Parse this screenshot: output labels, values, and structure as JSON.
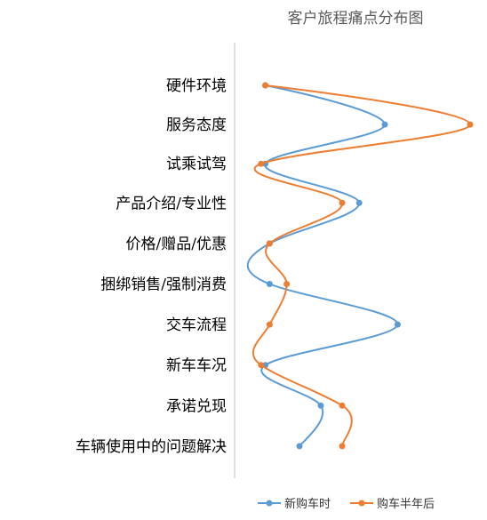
{
  "chart_data": {
    "type": "line",
    "title": "客户旅程痛点分布图",
    "orientation": "horizontal-values-vertical-categories",
    "categories": [
      "硬件环境",
      "服务态度",
      "试乘试驾",
      "产品介绍/专业性",
      "价格/赠品/优惠",
      "捆绑销售/强制消费",
      "交车流程",
      "新车车况",
      "承诺兑现",
      "车辆使用中的问题解决"
    ],
    "series": [
      {
        "name": "新购车时",
        "color": "#5B9BD5",
        "values": [
          2,
          30,
          2,
          24,
          3,
          3,
          33,
          2,
          15,
          10
        ]
      },
      {
        "name": "购车半年后",
        "color": "#ED7D31",
        "values": [
          2,
          50,
          1,
          20,
          3,
          7,
          3,
          1,
          20,
          20
        ]
      }
    ],
    "xlim": [
      0,
      55
    ],
    "grid": false,
    "legend_position": "bottom-right",
    "smooth": true
  }
}
